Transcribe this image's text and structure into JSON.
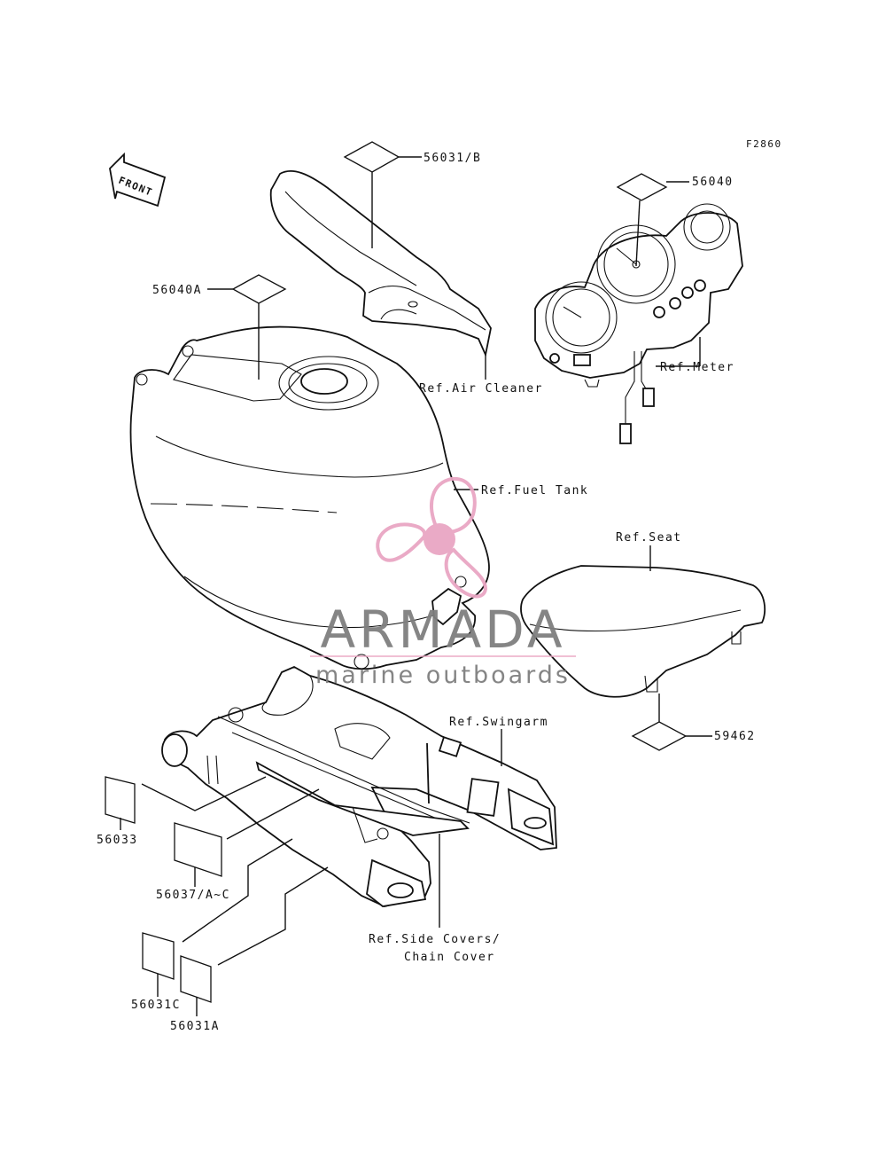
{
  "figure_code": "F2860",
  "front_arrow_label": "FRONT",
  "parts": {
    "p56031B": "56031/B",
    "p56040": "56040",
    "p56040A": "56040A",
    "p59462": "59462",
    "p56033": "56033",
    "p56037": "56037/A~C",
    "p56031C": "56031C",
    "p56031A": "56031A"
  },
  "refs": {
    "air_cleaner": "Ref.Air Cleaner",
    "meter": "Ref.Meter",
    "fuel_tank": "Ref.Fuel Tank",
    "seat": "Ref.Seat",
    "swingarm": "Ref.Swingarm",
    "side_covers_line1": "Ref.Side Covers/",
    "side_covers_line2": "Chain Cover"
  },
  "watermark": {
    "brand": "ARMADA",
    "tagline": "marine outboards",
    "color_logo": "#e9a6c3",
    "color_text": "#7f7f7f"
  }
}
